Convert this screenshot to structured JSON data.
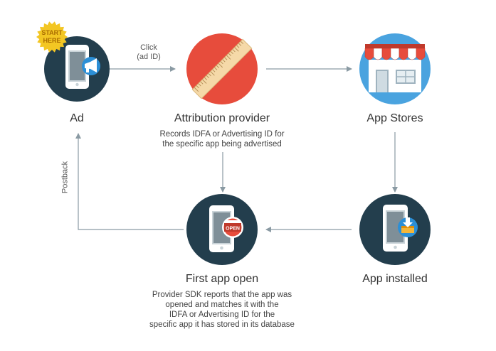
{
  "nodes": {
    "ad": {
      "title": "Ad",
      "badge": "START HERE"
    },
    "attribution": {
      "title": "Attribution provider",
      "desc": [
        "Records IDFA or Advertising ID for",
        "the specific app being advertised"
      ]
    },
    "app_stores": {
      "title": "App Stores"
    },
    "app_installed": {
      "title": "App installed"
    },
    "first_open": {
      "title": "First app open",
      "badge": "OPEN",
      "desc": [
        "Provider SDK reports that the app was",
        "opened and matches it with the",
        "IDFA or Advertising ID for the",
        "specific app it has stored in its database"
      ]
    }
  },
  "edges": {
    "click": [
      "Click",
      "(ad ID)"
    ],
    "postback": "Postback"
  },
  "colors": {
    "dark_circle": "#233e4d",
    "red_circle": "#e74c3c",
    "blue_circle": "#4aa3df",
    "badge_yellow": "#f3c623",
    "arrow": "#8a9aa3"
  }
}
